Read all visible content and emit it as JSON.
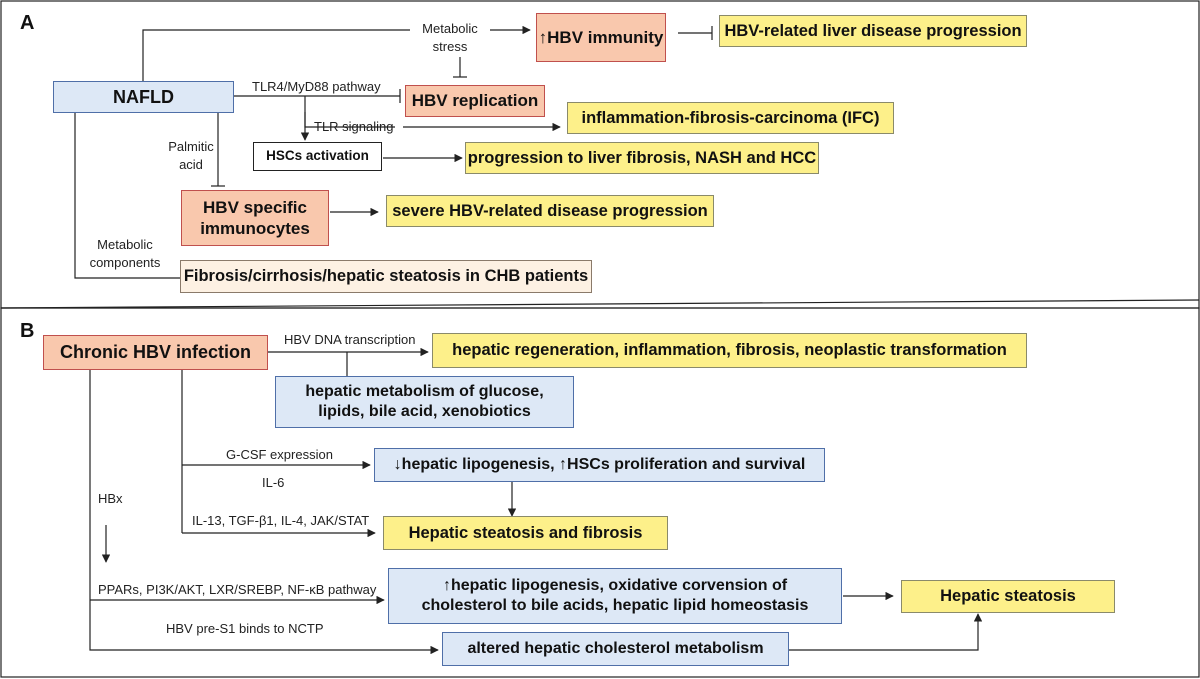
{
  "panel_a": {
    "letter": "A",
    "nafld": "NAFLD",
    "hbv_immunity": "↑HBV immunity",
    "hbv_liver_progression": "HBV-related liver disease progression",
    "hbv_replication": "HBV replication",
    "ifc": "inflammation-fibrosis-carcinoma (IFC)",
    "hscs_activation": "HSCs activation",
    "progression_fibrosis": "progression to liver fibrosis, NASH and HCC",
    "hbv_immunocytes": "HBV specific immunocytes",
    "severe_progression": "severe HBV-related disease progression",
    "fibrosis_chb": "Fibrosis/cirrhosis/hepatic steatosis in CHB patients",
    "label_metabolic_stress": "Metabolic stress",
    "label_tlr4": "TLR4/MyD88 pathway",
    "label_tlr_signaling": "TLR signaling",
    "label_palmitic": "Palmitic acid",
    "label_metabolic_components": "Metabolic components"
  },
  "panel_b": {
    "letter": "B",
    "chronic_hbv": "Chronic HBV infection",
    "hepatic_regeneration": "hepatic regeneration, inflammation, fibrosis, neoplastic transformation",
    "hepatic_metabolism": "hepatic metabolism of glucose, lipids, bile acid, xenobiotics",
    "lipogenesis_down": "↓hepatic lipogenesis, ↑HSCs proliferation and survival",
    "steatosis_fibrosis": "Hepatic steatosis and fibrosis",
    "lipogenesis_up": "↑hepatic lipogenesis, oxidative corvension of cholesterol to bile acids, hepatic lipid homeostasis",
    "hepatic_steatosis": "Hepatic steatosis",
    "altered_cholesterol": "altered hepatic cholesterol metabolism",
    "label_dna_transcription": "HBV DNA transcription",
    "label_gcsf": "G-CSF expression",
    "label_il6": "IL-6",
    "label_hbx": "HBx",
    "label_il13": "IL-13, TGF-β1, IL-4, JAK/STAT",
    "label_ppars": "PPARs, PI3K/AKT, LXR/SREBP, NF-κB pathway",
    "label_pres1": "HBV pre-S1 binds to NCTP"
  },
  "colors": {
    "yellow_fill": "#fdf08a",
    "blue_fill": "#dde8f6",
    "red_fill": "#f9c8ad",
    "cream_fill": "#fdf1e3",
    "line": "#222222"
  }
}
